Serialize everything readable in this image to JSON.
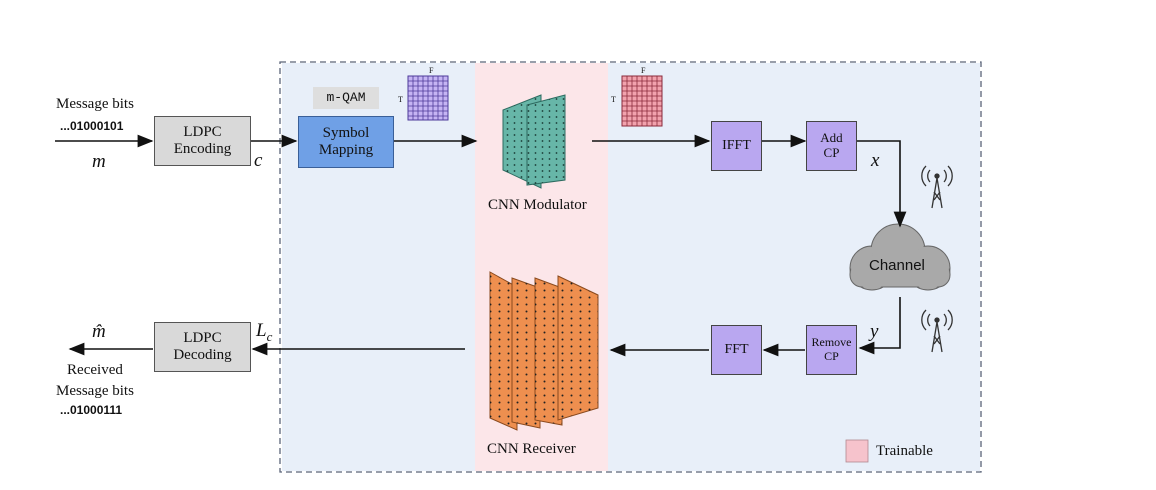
{
  "message_bits_label": "Message bits",
  "tx_bits": "...01000101",
  "tx_symbol_m": "m",
  "ldpc_encoding": "LDPC\nEncoding",
  "codeword_c": "c",
  "qam_label": "m-QAM",
  "symbol_mapping": "Symbol\nMapping",
  "grid_t": "T",
  "grid_f": "F",
  "cnn_modulator": "CNN Modulator",
  "ifft": "IFFT",
  "add_cp": "Add\nCP",
  "tx_signal_x": "x",
  "channel": "Channel",
  "rx_signal_y": "y",
  "remove_cp": "Remove\nCP",
  "fft": "FFT",
  "cnn_receiver": "CNN Receiver",
  "llr_lc": "L",
  "llr_sub": "c",
  "ldpc_decoding": "LDPC\nDecoding",
  "rx_symbol_mhat": "m̂",
  "received_label": "Received\nMessage bits",
  "rx_bits": "...01000111",
  "trainable_legend": "Trainable",
  "colors": {
    "tx_rx_region": "#e8eff9",
    "trainable_region": "#fce6e9",
    "ofdm_box": "#b9a7f0",
    "cnn_orange": "#ee8f4f",
    "cnn_teal": "#67b6a8"
  }
}
